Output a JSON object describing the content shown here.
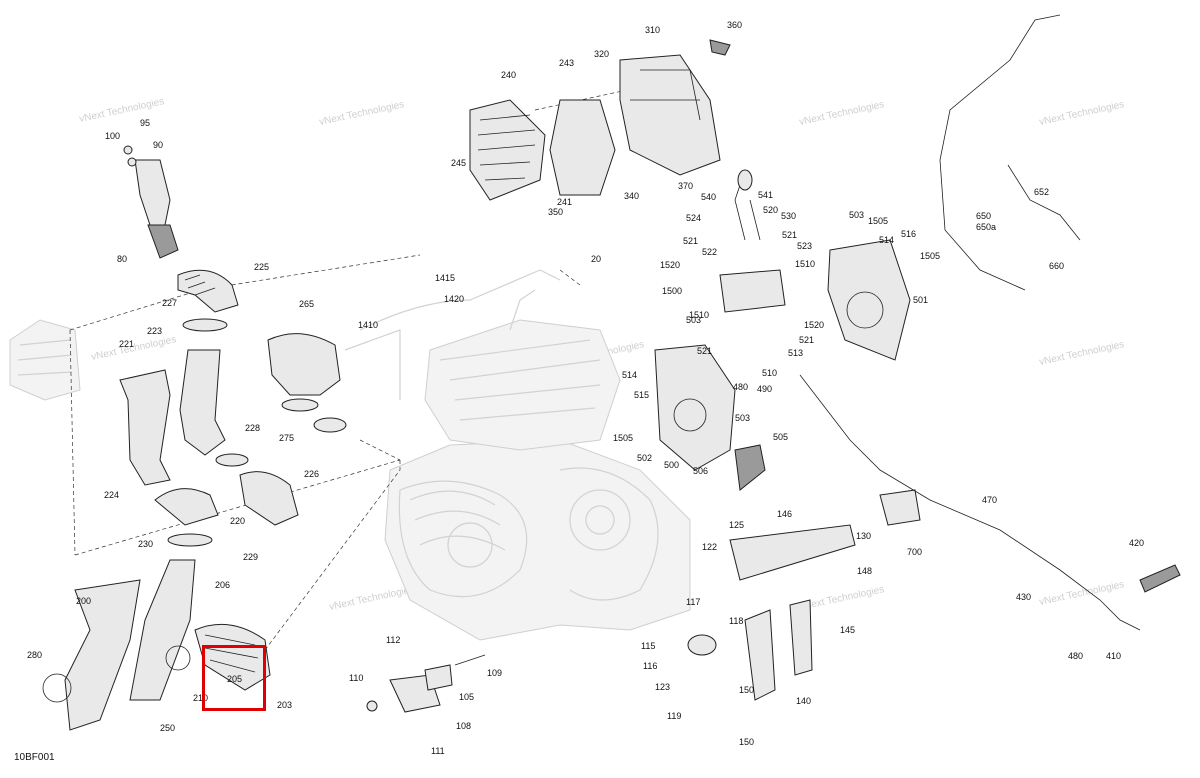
{
  "diagram": {
    "figure_code": "10BF001",
    "watermark": "vNext Technologies",
    "highlight_color": "#e00000",
    "highlighted_part": "205",
    "callouts": [
      "20",
      "80",
      "90",
      "95",
      "100",
      "105",
      "108",
      "109",
      "110",
      "111",
      "112",
      "115",
      "116",
      "117",
      "118",
      "119",
      "122",
      "123",
      "125",
      "130",
      "140",
      "145",
      "146",
      "148",
      "150",
      "150",
      "200",
      "203",
      "205",
      "206",
      "210",
      "220",
      "221",
      "223",
      "224",
      "225",
      "226",
      "227",
      "228",
      "229",
      "230",
      "240",
      "241",
      "243",
      "245",
      "250",
      "265",
      "275",
      "280",
      "310",
      "320",
      "340",
      "350",
      "360",
      "370",
      "410",
      "420",
      "430",
      "470",
      "480",
      "480",
      "490",
      "500",
      "501",
      "502",
      "503",
      "503",
      "503",
      "505",
      "506",
      "510",
      "513",
      "514",
      "514",
      "515",
      "516",
      "520",
      "521",
      "521",
      "521",
      "521",
      "522",
      "523",
      "524",
      "530",
      "540",
      "541",
      "650",
      "650a",
      "652",
      "660",
      "700",
      "1410",
      "1415",
      "1420",
      "1500",
      "1505",
      "1505",
      "1505",
      "1510",
      "1510",
      "1520",
      "1520"
    ]
  }
}
